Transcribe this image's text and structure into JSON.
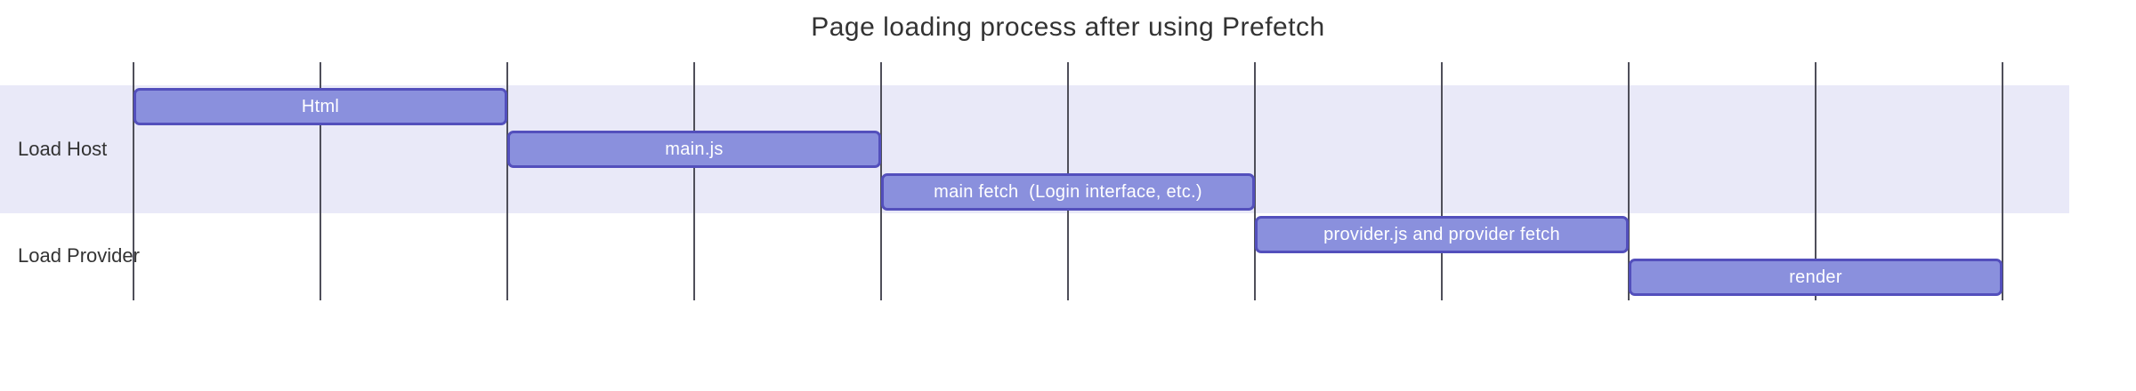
{
  "title": "Page loading process after using Prefetch",
  "colors": {
    "background": "#ffffff",
    "task_fill": "#8a90dd",
    "task_border": "#534fbc",
    "task_text": "#ffffff",
    "section_band": "#e9e9f8",
    "grid_line": "#4f4f5a",
    "title_text": "#333333",
    "section_label_text": "#333333"
  },
  "chart_data": {
    "type": "gantt",
    "title": "Page loading process after using Prefetch",
    "grid": true,
    "legend": false,
    "x_axis": {
      "min": 0,
      "max": 10,
      "gridline_count": 11,
      "tick_labels_visible": false
    },
    "sections": [
      {
        "name": "Load Host",
        "band_color": "#e9e9f8",
        "tasks": [
          {
            "label": "Html",
            "start": 0,
            "end": 2
          },
          {
            "label": "main.js",
            "start": 2,
            "end": 4
          },
          {
            "label": "main fetch  (Login interface, etc.)",
            "start": 4,
            "end": 6
          }
        ]
      },
      {
        "name": "Load Provider",
        "band_color": "#ffffff",
        "tasks": [
          {
            "label": "provider.js and provider fetch",
            "start": 6,
            "end": 8
          },
          {
            "label": "render",
            "start": 8,
            "end": 10
          }
        ]
      }
    ]
  }
}
